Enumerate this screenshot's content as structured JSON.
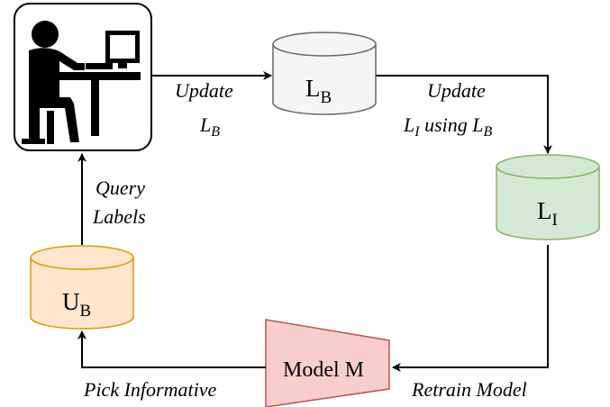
{
  "nodes": {
    "user": {
      "icon": "person-at-computer-icon"
    },
    "lb": {
      "main": "L",
      "sub": "B",
      "fill": "#f5f5f5",
      "stroke": "#666666"
    },
    "li": {
      "main": "L",
      "sub": "I",
      "fill": "#d5e8d4",
      "stroke": "#82b366"
    },
    "ub": {
      "main": "U",
      "sub": "B",
      "fill": "#ffe6cc",
      "stroke": "#d79b00"
    },
    "model": {
      "label": "Model M",
      "fill": "#f8cecc",
      "stroke": "#b85450"
    }
  },
  "edges": {
    "update_lb": {
      "line1": "Update",
      "line2_main": "L",
      "line2_sub": "B"
    },
    "update_li": {
      "line1": "Update",
      "line2_a_main": "L",
      "line2_a_sub": "I",
      "line2_mid": " using ",
      "line2_b_main": "L",
      "line2_b_sub": "B"
    },
    "query": {
      "line1": "Query",
      "line2": "Labels"
    },
    "retrain": {
      "label": "Retrain Model"
    },
    "pick": {
      "label": "Pick Informative"
    }
  }
}
